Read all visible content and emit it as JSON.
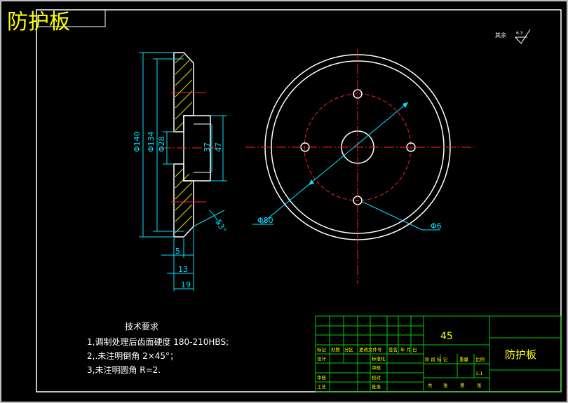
{
  "drawing": {
    "title_corner": "防护板",
    "roughness_note": "其余",
    "roughness_value": "6.3",
    "colors": {
      "frame": "#ffffff",
      "dimension": "#00e5ff",
      "centerline": "#ff2020",
      "hatch": "#dede00",
      "titleblock": "#00d000",
      "text_yellow": "#ffff00"
    }
  },
  "dimensions": {
    "d_outer": "Φ140",
    "d_134": "Φ134",
    "d_28": "Φ28",
    "d_37": "37",
    "d_47": "47",
    "len_5": "5",
    "len_13": "13",
    "len_19": "19",
    "angle": "53°",
    "pcd": "Φ80",
    "hole": "Φ6"
  },
  "tech": {
    "heading": "技术要求",
    "line1": "1,调制处理后齿面硬度 180-210HBS;",
    "line2": "2,.未注明倒角 2×45°；",
    "line3": "3,未注明圆角 R=2."
  },
  "titleblock": {
    "material": "45",
    "part_name": "防护板",
    "r1": [
      "标记",
      "处数",
      "分区",
      "更改文件号",
      "签名",
      "年 月 日"
    ],
    "r2": [
      "设计",
      "",
      "标准化",
      ""
    ],
    "r3": [
      "",
      "",
      "审核",
      ""
    ],
    "r4": [
      "审核",
      "",
      "校对",
      ""
    ],
    "r5": [
      "工艺",
      "",
      "批准",
      ""
    ],
    "stage_row": [
      "阶 段 标 记",
      "重量",
      "比例"
    ],
    "scale": "1:1",
    "sheet_row": [
      "共",
      "张",
      "第",
      "张"
    ]
  }
}
